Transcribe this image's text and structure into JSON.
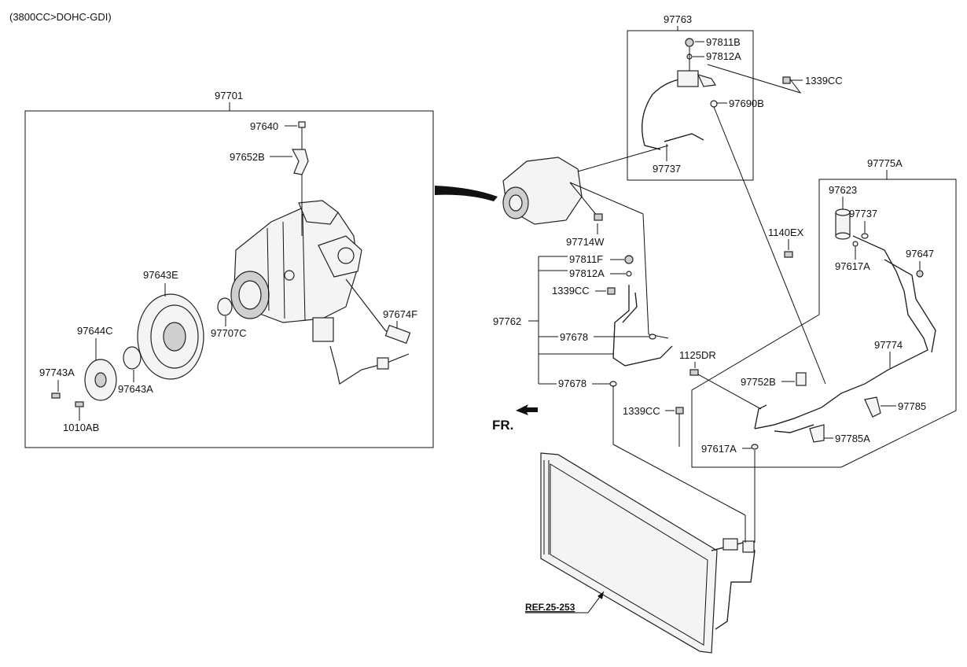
{
  "header": {
    "engine": "(3800CC>DOHC-GDI)"
  },
  "direction": {
    "front": "FR."
  },
  "reference": {
    "label": "REF.25-253"
  },
  "groups": {
    "compressor_assy": "97701",
    "discharge_hose": "97763",
    "suction_pipe": "97762",
    "liquid_pipe_assy": "97775A"
  },
  "parts": {
    "p97640": "97640",
    "p97652B": "97652B",
    "p97643E": "97643E",
    "p97644C": "97644C",
    "p97743A": "97743A",
    "p97643A": "97643A",
    "p1010AB": "1010AB",
    "p97707C": "97707C",
    "p97674F": "97674F",
    "p97811B": "97811B",
    "p97812A_top": "97812A",
    "p1339CC_top": "1339CC",
    "p97690B": "97690B",
    "p97737_top": "97737",
    "p97714W": "97714W",
    "p97811F": "97811F",
    "p97812A_mid": "97812A",
    "p1339CC_mid": "1339CC",
    "p97678_a": "97678",
    "p97678_b": "97678",
    "p1125DR": "1125DR",
    "p1339CC_low": "1339CC",
    "p1140EX": "1140EX",
    "p97623": "97623",
    "p97737_right": "97737",
    "p97647": "97647",
    "p97617A_top": "97617A",
    "p97774": "97774",
    "p97752B": "97752B",
    "p97785": "97785",
    "p97785A": "97785A",
    "p97617A_low": "97617A"
  }
}
